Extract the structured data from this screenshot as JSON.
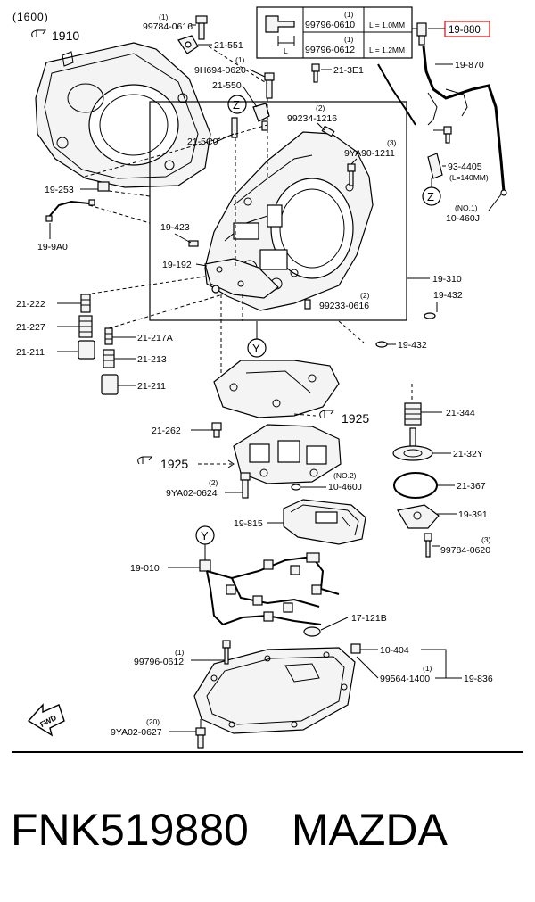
{
  "diagram": {
    "group_code": "(1600)",
    "refs": {
      "r1910": "1910",
      "r1925a": "1925",
      "r1925b": "1925"
    },
    "inset": {
      "row1_qty": "(1)",
      "row1_part": "99796-0610",
      "row1_spec": "L = 1.0MM",
      "row2_qty": "(1)",
      "row2_part": "99796-0612",
      "row2_spec": "L = 1.2MM",
      "dim_label": "L"
    },
    "highlighted_part": "19-880",
    "highlight_color": "#d9302c",
    "labels": {
      "p99784_0616_qty": "(1)",
      "p99784_0616": "99784-0616",
      "p21_551": "21-551",
      "p9h694_qty": "(1)",
      "p9h694": "9H694-0620",
      "p21_3e1": "21-3E1",
      "p21_550": "21-550",
      "p19_870": "19-870",
      "p99234_qty": "(2)",
      "p99234": "99234-1216",
      "p21_5c0": "21-5C0",
      "p9ya90_qty": "(3)",
      "p9ya90": "9YA90-1211",
      "p93_4405": "93-4405",
      "p93_4405_note": "(L=140MM)",
      "p19_253": "19-253",
      "p10_460j_a_note": "(NO.1)",
      "p10_460j_a": "10-460J",
      "p19_9a0": "19-9A0",
      "p19_423": "19-423",
      "p19_192": "19-192",
      "p19_310": "19-310",
      "p19_432a": "19-432",
      "p99233_qty": "(2)",
      "p99233": "99233-0616",
      "p21_222": "21-222",
      "p21_227": "21-227",
      "p21_211a": "21-211",
      "p21_217a": "21-217A",
      "p21_213": "21-213",
      "p21_211b": "21-211",
      "p19_432b": "19-432",
      "p21_344": "21-344",
      "p21_262": "21-262",
      "p21_32y": "21-32Y",
      "p10_460j_b_note": "(NO.2)",
      "p10_460j_b": "10-460J",
      "p9ya02_0624_qty": "(2)",
      "p9ya02_0624": "9YA02-0624",
      "p21_367": "21-367",
      "p19_815": "19-815",
      "p19_391": "19-391",
      "p99784_0620_qty": "(3)",
      "p99784_0620": "99784-0620",
      "p19_010": "19-010",
      "p17_121b": "17-121B",
      "p10_404": "10-404",
      "p99796_0612_qty": "(1)",
      "p99796_0612": "99796-0612",
      "p99564_qty": "(1)",
      "p99564": "99564-1400",
      "p19_836": "19-836",
      "p9ya02_0627_qty": "(20)",
      "p9ya02_0627": "9YA02-0627",
      "fwd": "FWD",
      "callout_z": "Z",
      "callout_y": "Y"
    }
  },
  "footer": {
    "part_number": "FNK519880",
    "brand": "MAZDA"
  }
}
